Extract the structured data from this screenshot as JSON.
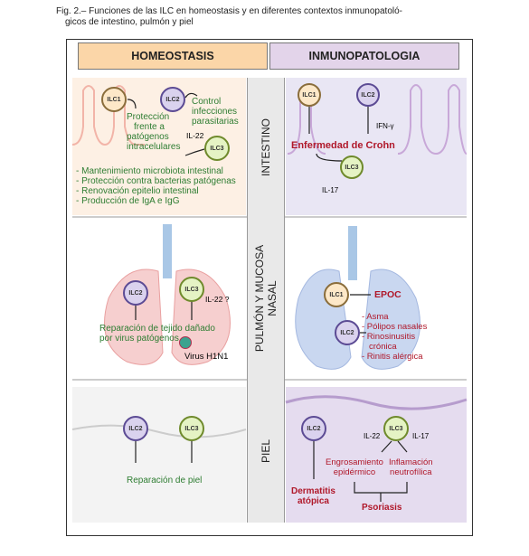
{
  "caption": {
    "line1": "Fig. 2.– Funciones de las ILC en homeostasis y en diferentes contextos inmunopatoló-",
    "line2": "gicos de intestino, pulmón y piel"
  },
  "headers": {
    "homeostasis": "HOMEOSTASIS",
    "immunopathology": "INMUNOPATOLOGIA"
  },
  "sections": {
    "intestine": "INTESTINO",
    "lung_line1": "PULMÓN Y MUCOSA",
    "lung_line2": "NASAL",
    "skin": "PIEL"
  },
  "cells": {
    "ilc1": "ILC1",
    "ilc2": "ILC2",
    "ilc3": "ILC3"
  },
  "intestine_home": {
    "ilc1_text": [
      "Protección",
      "frente a",
      "patógenos",
      "intracelulares"
    ],
    "ilc2_text": [
      "Control",
      "infecciones",
      "parasitarias"
    ],
    "il22": "IL-22",
    "functions": [
      "- Mantenimiento microbiota intestinal",
      "- Protección contra bacterias patógenas",
      "- Renovación epitelio intestinal",
      "- Producción de IgA e IgG"
    ]
  },
  "intestine_immuno": {
    "ifn": "IFN-γ",
    "disease": "Enfermedad de Crohn",
    "il17": "IL-17"
  },
  "lung_home": {
    "il22": "IL-22 ?",
    "repair": [
      "Reparación de tejido dañado",
      "por virus patógenos"
    ],
    "virus": "Virus H1N1"
  },
  "lung_immuno": {
    "epoc": "EPOC",
    "diseases": [
      "- Asma",
      "- Pólipos nasales",
      "- Rinosinusitis",
      "crónica",
      "- Rinitis alérgica"
    ]
  },
  "skin_home": {
    "repair": "Reparación de piel"
  },
  "skin_immuno": {
    "il22": "IL-22",
    "il17": "IL-17",
    "thickening": [
      "Engrosamiento",
      "epidérmico"
    ],
    "inflammation": [
      "Inflamación",
      "neutrofílica"
    ],
    "dermatitis": [
      "Dermatitis",
      "atópica"
    ],
    "psoriasis": "Psoriasis"
  },
  "colors": {
    "homeostasis_header": "#fbd6a8",
    "immunopathology_header": "#e3d4ea",
    "green_text": "#2e7d32",
    "red_text": "#b0182a"
  }
}
